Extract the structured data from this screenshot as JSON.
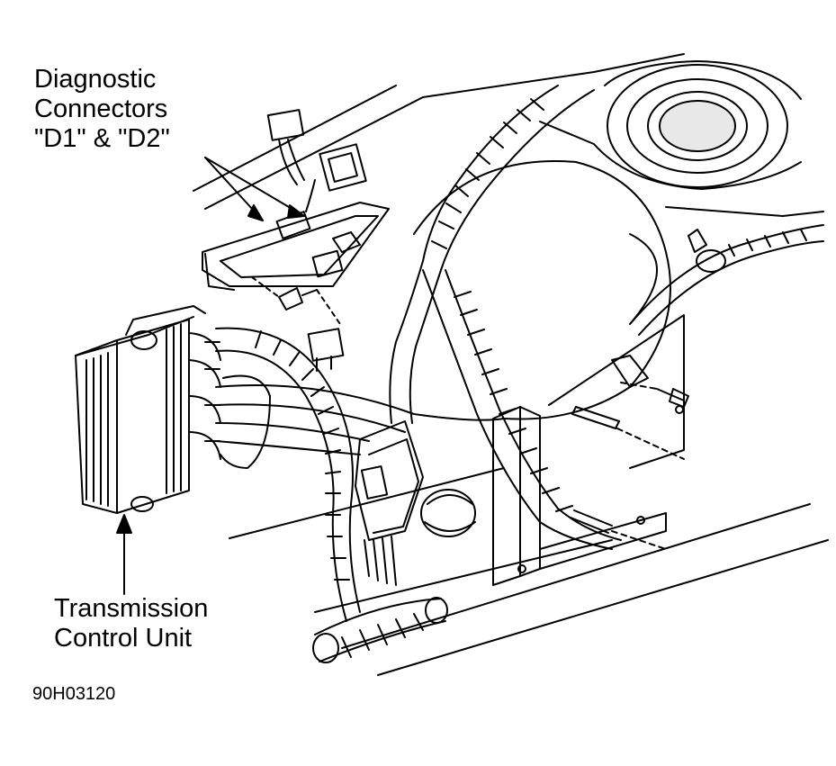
{
  "figure": {
    "id": "90H03120",
    "labels": {
      "diagnostic_connectors": [
        "Diagnostic",
        "Connectors",
        "\"D1\" & \"D2\""
      ],
      "transmission_control_unit": [
        "Transmission",
        "Control Unit"
      ]
    }
  },
  "colors": {
    "ink": "#000000",
    "paper": "#ffffff"
  }
}
